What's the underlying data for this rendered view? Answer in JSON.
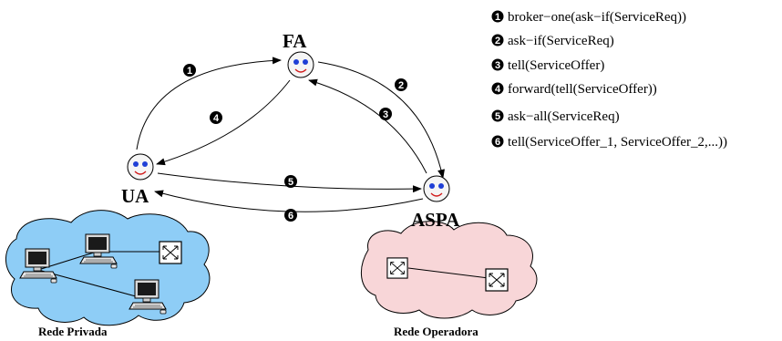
{
  "agents": {
    "fa": {
      "label": "FA"
    },
    "ua": {
      "label": "UA"
    },
    "aspa": {
      "label": "ASPA"
    }
  },
  "networks": {
    "private": {
      "label": "Rede Privada",
      "color": "#8ecdf6"
    },
    "operator": {
      "label": "Rede Operadora",
      "color": "#f8d6d8"
    }
  },
  "messages": [
    {
      "num": "1",
      "text": "broker−one(ask−if(ServiceReq))"
    },
    {
      "num": "2",
      "text": "ask−if(ServiceReq)"
    },
    {
      "num": "3",
      "text": "tell(ServiceOffer)"
    },
    {
      "num": "4",
      "text": "forward(tell(ServiceOffer))"
    },
    {
      "num": "5",
      "text": "ask−all(ServiceReq)"
    },
    {
      "num": "6",
      "text": "tell(ServiceOffer_1, ServiceOffer_2,...))"
    }
  ],
  "colors": {
    "face": "#f5f5f5",
    "eyes": "#1f3fd6",
    "mouth": "#d11a1a",
    "arrow": "#000000"
  }
}
